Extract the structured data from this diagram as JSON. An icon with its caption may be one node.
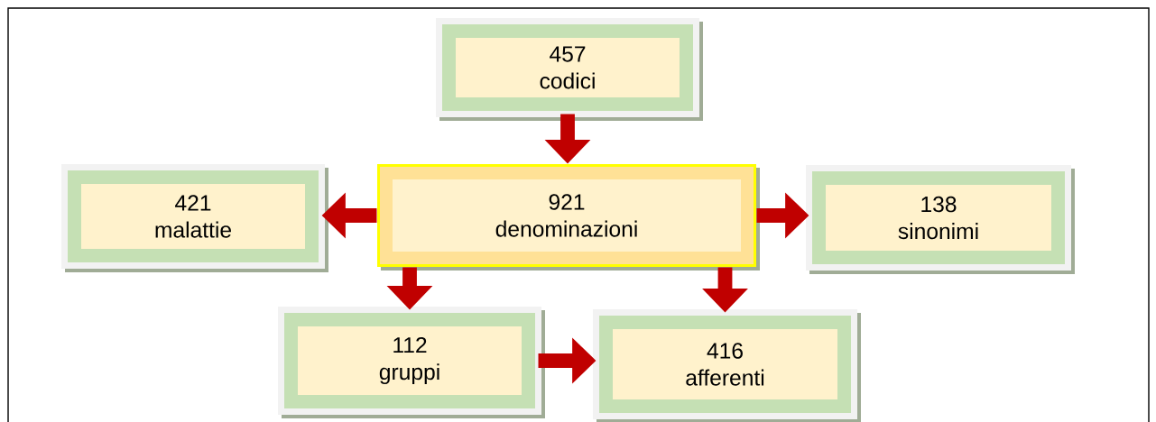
{
  "diagram": {
    "nodes": [
      {
        "text": [
          "457",
          "codici"
        ]
      },
      {
        "text": [
          "921",
          "denominazioni"
        ]
      },
      {
        "text": [
          "421",
          "malattie"
        ]
      },
      {
        "text": [
          "138",
          "sinonimi"
        ]
      },
      {
        "text": [
          "112",
          "gruppi"
        ]
      },
      {
        "text": [
          "416",
          "afferenti"
        ]
      }
    ],
    "edges": [
      {
        "from": 0,
        "to": 1,
        "arrow": "to"
      },
      {
        "from": 1,
        "to": 2,
        "arrow": "to"
      },
      {
        "from": 1,
        "to": 3,
        "arrow": "to"
      },
      {
        "from": 1,
        "to": 4,
        "arrow": "to"
      },
      {
        "from": 1,
        "to": 5,
        "arrow": "to"
      },
      {
        "from": 4,
        "to": 5,
        "arrow": "to"
      }
    ]
  }
}
